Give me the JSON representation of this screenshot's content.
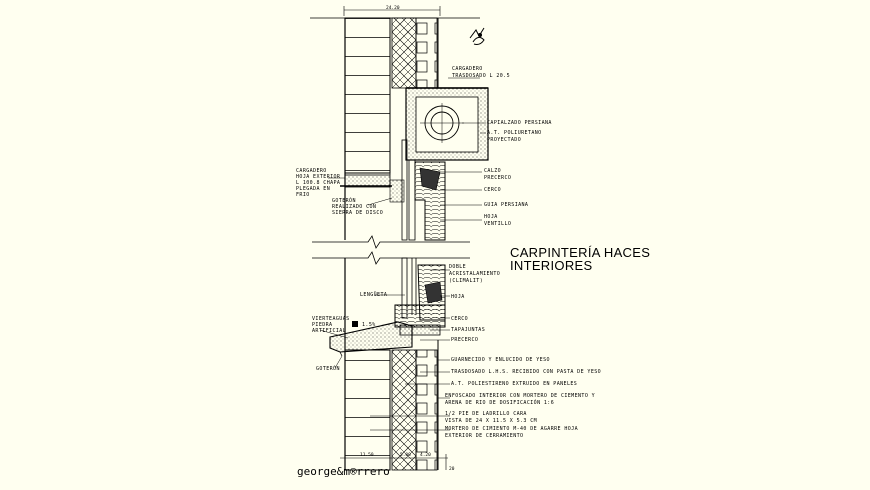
{
  "title_lines": [
    "CARPINTERÍA HACES",
    "INTERIORES"
  ],
  "signature": "george&m®rrero",
  "logo": "north-arrow-logo",
  "labels": {
    "cargadero_top": [
      "CARGADERO",
      "TRASDOSADO L 20.5"
    ],
    "capialzado": "CAPIALZADO PERSIANA",
    "poliuretano": [
      "A.T. POLIURETANO",
      "PROYECTADO"
    ],
    "cargadero_left": [
      "CARGADERO",
      "HOJA EXTERIOR",
      "L 100.8 CHAPA",
      "PLEGADA EN",
      "FRIO"
    ],
    "goteron_top": [
      "GOTERÓN",
      "REALIZADO CON",
      "SIERRA DE DISCO"
    ],
    "calzo": [
      "CALZO",
      "PRECERCO"
    ],
    "cerco_top": "CERCO",
    "guia": "GUIA PERSIANA",
    "hoja_vent": [
      "HOJA",
      "VENTILLO"
    ],
    "doble_acrist": [
      "DOBLE",
      "ACRISTALAMIENTO",
      "(CLIMALIT)"
    ],
    "hoja": "HOJA",
    "lengueta": "LENGÜETA",
    "vierteaguas": [
      "VIERTEAGUAS",
      "PIEDRA",
      "ARTIFICIAL"
    ],
    "slope": "1.5%",
    "cerco_bottom": "CERCO",
    "tapajuntas": "TAPAJUNTAS",
    "precerco": "PRECERCO",
    "goteron_bottom": "GOTERÓN",
    "guarnecido": "GUARNECIDO Y ENLUCIDO DE YESO",
    "trasdosado": "TRASDOSADO L.H.S. RECIBIDO CON PASTA DE YESO",
    "poliestireno": "A.T. POLIESTIRENO EXTRUIDO EN PANELES",
    "enfoscado": [
      "ENFOSCADO INTERIOR CON MORTERO DE CIEMENTO Y",
      "ARENA DE RIO DE DOSIFICACIÓN 1:6"
    ],
    "pie_ladrillo": [
      "1/2 PIE DE LADRILLO CARA",
      "VISTA DE 24 X 11.5 X 5.3 CM"
    ],
    "mortero": [
      "MORTERO DE CIMIENTO M-40 DE AGARRE HOJA",
      "EXTERIOR DE CERRAMIENTO"
    ]
  },
  "dimensions": {
    "top": "24.20",
    "bottom": [
      "11.50",
      "5.00",
      "4.20",
      "20"
    ]
  }
}
